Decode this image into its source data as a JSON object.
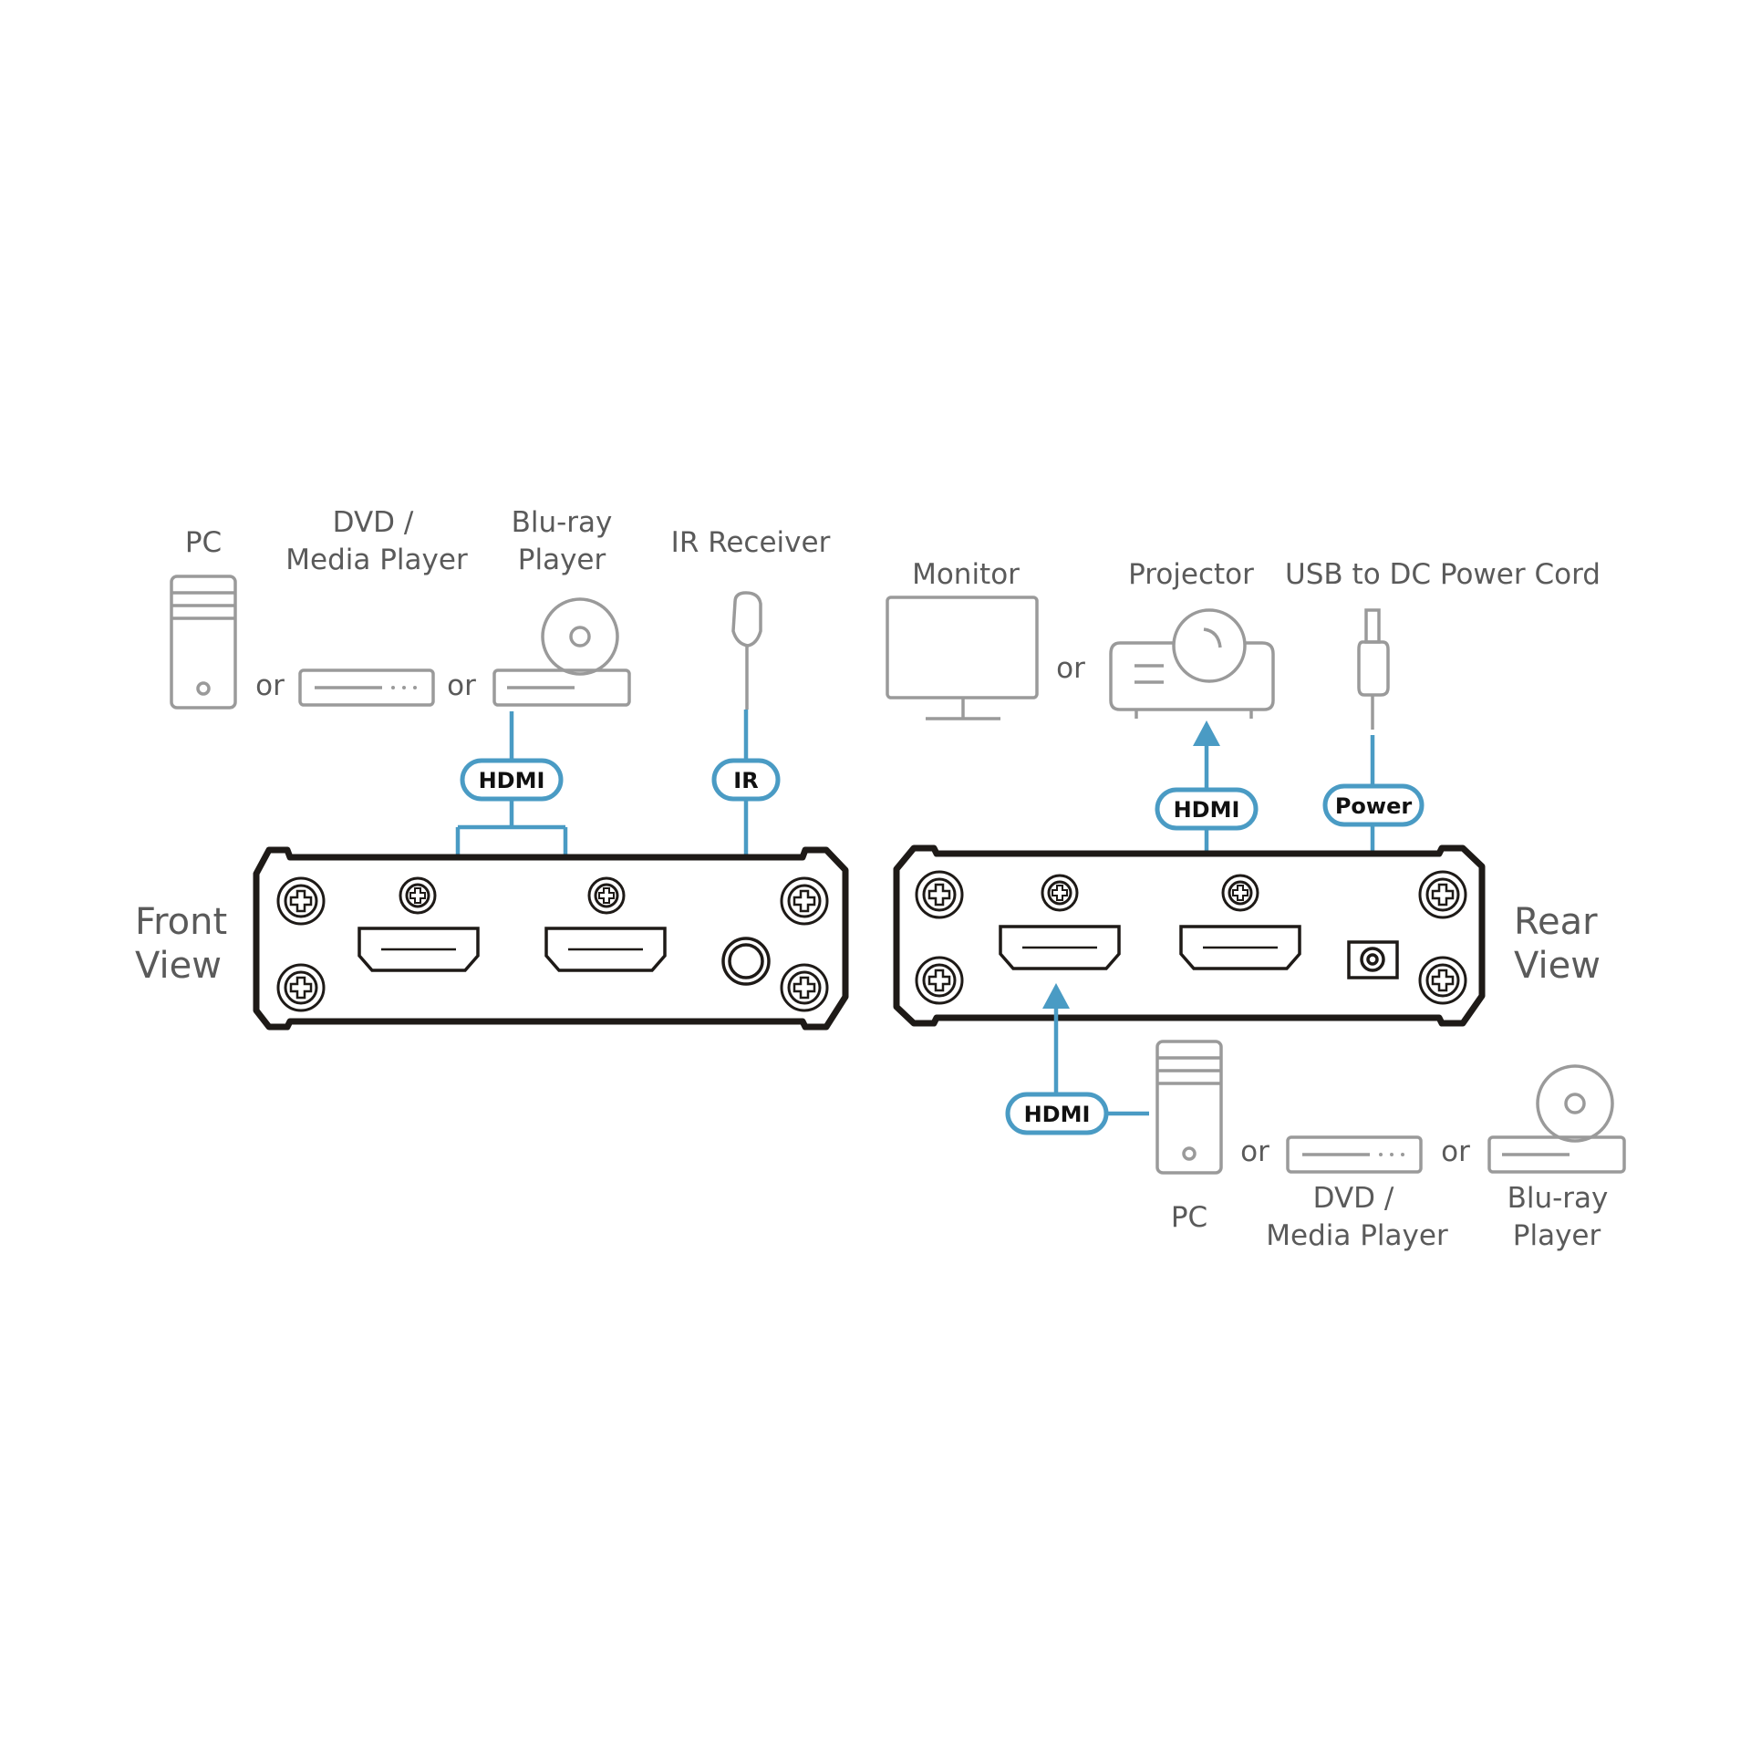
{
  "colors": {
    "cable": "#4a9bc4",
    "device_outline": "#9a9a9a",
    "enclosure": "#1e1a17",
    "label_text": "#5a5a5a"
  },
  "front_sources": {
    "pc": "PC",
    "or_1": "or",
    "dvd_line1": "DVD /",
    "dvd_line2": "Media Player",
    "or_2": "or",
    "bluray_line1": "Blu-ray",
    "bluray_line2": "Player"
  },
  "ir_receiver": "IR Receiver",
  "front_view": {
    "line1": "Front",
    "line2": "View"
  },
  "front_tags": {
    "hdmi": "HDMI",
    "ir": "IR"
  },
  "outputs": {
    "monitor": "Monitor",
    "or": "or",
    "projector": "Projector"
  },
  "power_cord": "USB to DC Power Cord",
  "rear_tags": {
    "hdmi_out": "HDMI",
    "power": "Power",
    "hdmi_in": "HDMI"
  },
  "rear_view": {
    "line1": "Rear",
    "line2": "View"
  },
  "rear_sources": {
    "pc": "PC",
    "or_1": "or",
    "dvd_line1": "DVD /",
    "dvd_line2": "Media Player",
    "or_2": "or",
    "bluray_line1": "Blu-ray",
    "bluray_line2": "Player"
  }
}
